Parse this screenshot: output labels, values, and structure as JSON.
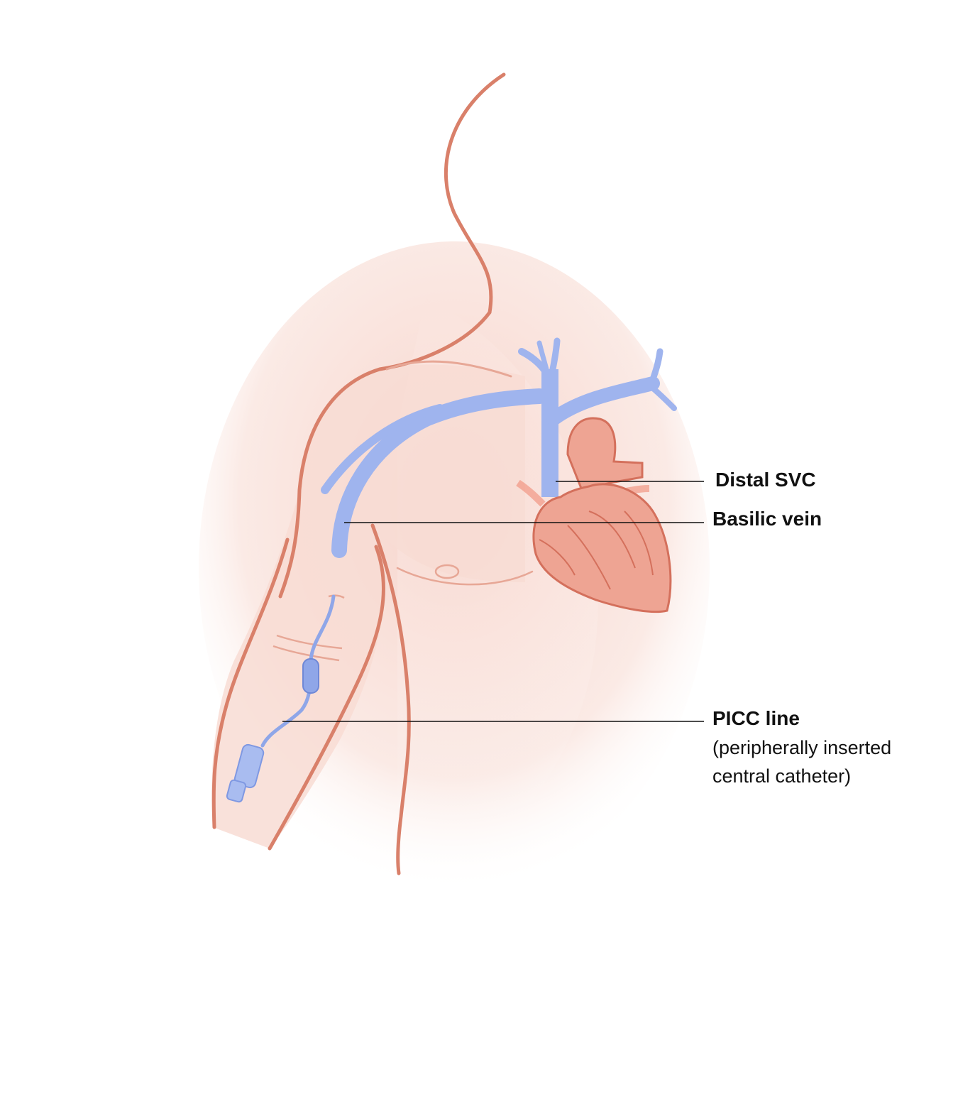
{
  "colors": {
    "skin_fill": "#f8ddd6",
    "skin_outline": "#d9806a",
    "vein": "#9fb4ee",
    "vein_dark": "#7f98e2",
    "heart_fill": "#eea493",
    "heart_outline": "#d4705c",
    "leader_line": "#111111"
  },
  "labels": {
    "distal_svc": "Distal SVC",
    "basilic_vein": "Basilic vein",
    "picc_line": "PICC line",
    "picc_desc_line1": "(peripherally inserted",
    "picc_desc_line2": "central catheter)"
  }
}
